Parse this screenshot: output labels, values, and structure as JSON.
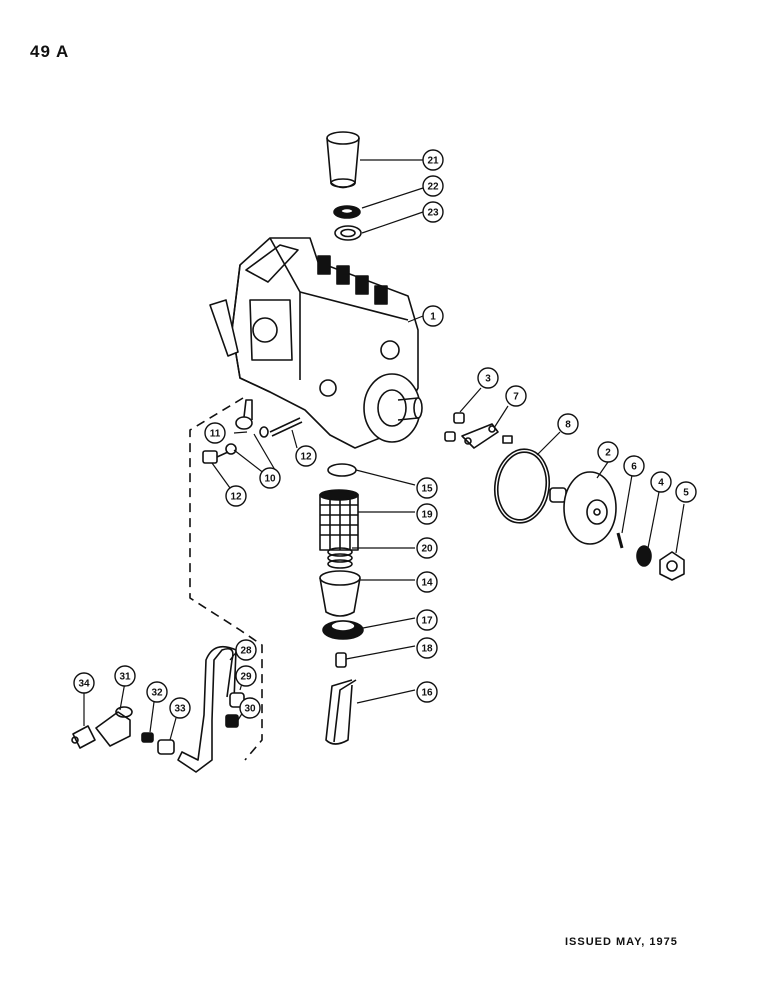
{
  "page_number": "49 A",
  "issued": "ISSUED MAY, 1975",
  "callouts": [
    "1",
    "2",
    "3",
    "4",
    "5",
    "6",
    "7",
    "8",
    "10",
    "11",
    "12",
    "12",
    "14",
    "15",
    "16",
    "17",
    "18",
    "19",
    "20",
    "21",
    "22",
    "23",
    "28",
    "29",
    "30",
    "31",
    "32",
    "33",
    "34"
  ]
}
